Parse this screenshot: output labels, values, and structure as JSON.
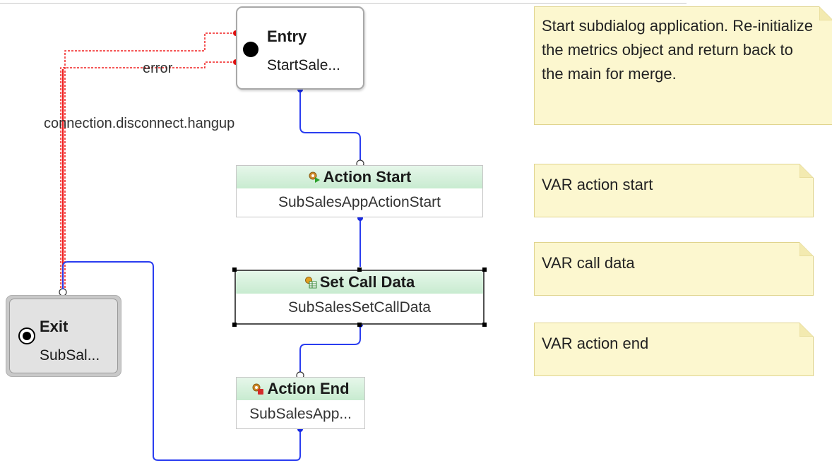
{
  "nodes": {
    "entry": {
      "title": "Entry",
      "subtitle": "StartSale..."
    },
    "exit": {
      "title": "Exit",
      "subtitle": "SubSal..."
    },
    "action_start": {
      "title": "Action Start",
      "subtitle": "SubSalesAppActionStart",
      "icon": "gear-play-icon"
    },
    "set_call_data": {
      "title": "Set Call Data",
      "subtitle": "SubSalesSetCallData",
      "icon": "gear-table-icon"
    },
    "action_end": {
      "title": "Action End",
      "subtitle": "SubSalesApp...",
      "icon": "gear-stop-icon"
    }
  },
  "connections": {
    "hangup_label": "connection.disconnect.hangup",
    "error_label": "error"
  },
  "notes": [
    {
      "text": "Start subdialog application. Re-initialize the metrics object and return back to the main for merge."
    },
    {
      "text": "VAR action start"
    },
    {
      "text": "VAR call data"
    },
    {
      "text": "VAR action end"
    }
  ],
  "colors": {
    "flow": "#2a3df0",
    "error": "#f02020",
    "note_bg": "#fcf7cf",
    "action_header": "#d4f0da"
  }
}
